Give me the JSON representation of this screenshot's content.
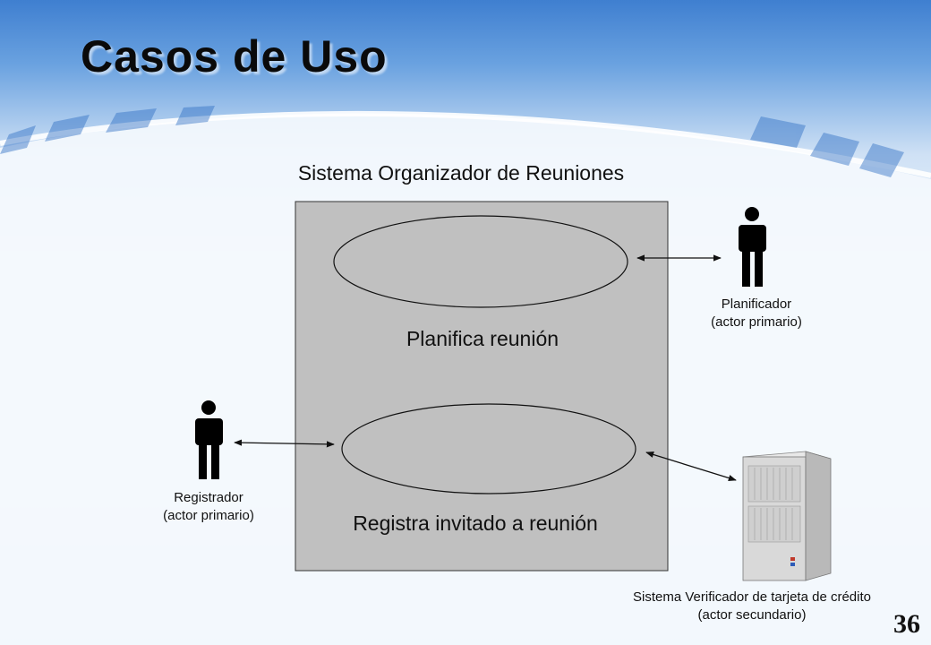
{
  "slide": {
    "title": "Casos de Uso",
    "page_number": "36"
  },
  "diagram": {
    "system_name": "Sistema Organizador de Reuniones",
    "use_cases": [
      {
        "label": "Planifica reunión"
      },
      {
        "label": "Registra invitado a reunión"
      }
    ],
    "actors": [
      {
        "name": "Planificador",
        "role": "(actor primario)",
        "icon": "person-icon"
      },
      {
        "name": "Registrador",
        "role": "(actor primario)",
        "icon": "person-icon"
      },
      {
        "name": "Sistema Verificador de tarjeta de crédito",
        "role": "(actor secundario)",
        "icon": "server-cabinet-icon"
      }
    ]
  },
  "colors": {
    "system_box": "#c0c0c0",
    "text": "#111111"
  }
}
